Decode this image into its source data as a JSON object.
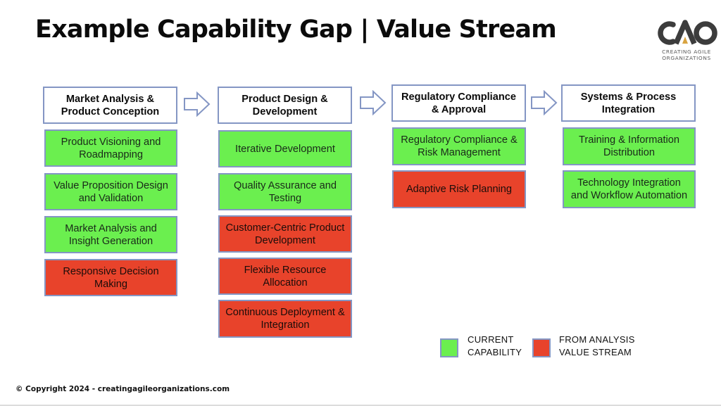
{
  "title": "Example Capability Gap | Value Stream",
  "logo": {
    "mark": "CAO",
    "line1": "CREATING AGILE",
    "line2": "ORGANIZATIONS",
    "colors": {
      "dark": "#3c3c3c",
      "accent": "#d9a441"
    }
  },
  "colors": {
    "current_capability": "#6bef4f",
    "from_analysis": "#e8432b",
    "border": "#8496c4"
  },
  "stages": [
    {
      "header": {
        "line1": "Market Analysis &",
        "line2": "Product Conception"
      },
      "items": [
        {
          "line1": "Product Visioning and",
          "line2": "Roadmapping",
          "status": "green"
        },
        {
          "line1": "Value Proposition Design",
          "line2": "and Validation",
          "status": "green"
        },
        {
          "line1": "Market Analysis and",
          "line2": "Insight Generation",
          "status": "green"
        },
        {
          "line1": "Responsive Decision",
          "line2": "Making",
          "status": "red"
        }
      ]
    },
    {
      "header": {
        "line1": "Product Design &",
        "line2": "Development"
      },
      "items": [
        {
          "line1": "Iterative Development",
          "line2": "",
          "status": "green"
        },
        {
          "line1": "Quality Assurance and",
          "line2": "Testing",
          "status": "green"
        },
        {
          "line1": "Customer-Centric Product",
          "line2": "Development",
          "status": "red"
        },
        {
          "line1": "Flexible Resource",
          "line2": "Allocation",
          "status": "red"
        },
        {
          "line1": "Continuous Deployment &",
          "line2": "Integration",
          "status": "red"
        }
      ]
    },
    {
      "header": {
        "line1": "Regulatory Compliance",
        "line2": "& Approval"
      },
      "items": [
        {
          "line1": "Regulatory Compliance &",
          "line2": "Risk Management",
          "status": "green"
        },
        {
          "line1": "Adaptive Risk Planning",
          "line2": "",
          "status": "red"
        }
      ]
    },
    {
      "header": {
        "line1": "Systems & Process",
        "line2": "Integration"
      },
      "items": [
        {
          "line1": "Training & Information",
          "line2": "Distribution",
          "status": "green"
        },
        {
          "line1": "Technology Integration",
          "line2": "and Workflow Automation",
          "status": "green"
        }
      ]
    }
  ],
  "legend": [
    {
      "line1": "CURRENT",
      "line2": "CAPABILITY",
      "status": "green"
    },
    {
      "line1": "FROM ANALYSIS",
      "line2": "VALUE STREAM",
      "status": "red"
    }
  ],
  "footer": "© Copyright 2024 - creatingagileorganizations.com"
}
